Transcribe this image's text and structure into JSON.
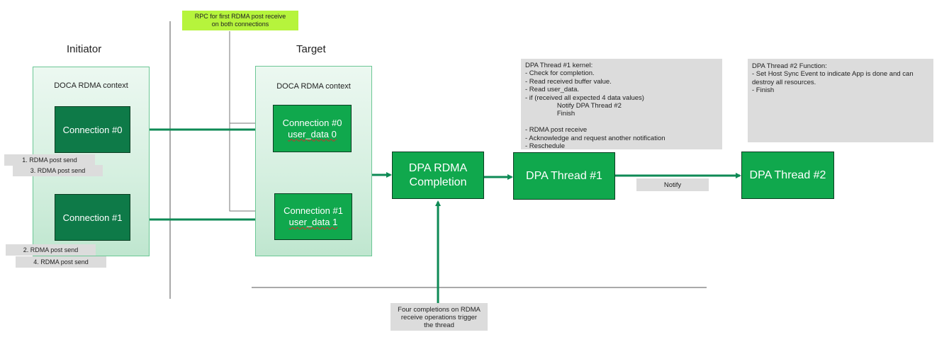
{
  "rpc_note": [
    "RPC for first RDMA post receive",
    "on both connections"
  ],
  "initiator": {
    "heading": "Initiator",
    "context_label": "DOCA RDMA context",
    "conn0": "Connection #0",
    "conn1": "Connection #1"
  },
  "target": {
    "heading": "Target",
    "context_label": "DOCA RDMA context",
    "conn0": {
      "title": "Connection #0",
      "user_data": "user_data 0"
    },
    "conn1": {
      "title": "Connection #1",
      "user_data": "user_data 1"
    }
  },
  "post_sends": {
    "s1": "1. RDMA post send",
    "s3": "3. RDMA post send",
    "s2": "2. RDMA post send",
    "s4": "4. RDMA post send"
  },
  "completion": [
    "DPA RDMA",
    "Completion"
  ],
  "thread1": "DPA Thread #1",
  "thread2": "DPA Thread #2",
  "notify_label": "Notify",
  "thread1_kernel_note": [
    "DPA Thread #1 kernel:",
    "- Check for completion.",
    "- Read received buffer value.",
    "- Read user_data.",
    "- if (received all expected 4 data values)",
    "                 Notify DPA Thread #2",
    "                 Finish",
    "",
    "- RDMA post receive",
    "- Acknowledge and request another notification",
    "- Reschedule"
  ],
  "thread2_function_note": [
    "DPA Thread #2 Function:",
    "- Set Host Sync Event to indicate App is done and can",
    "destroy all resources.",
    "- Finish"
  ],
  "completions_note": [
    "Four completions on RDMA",
    "receive operations trigger",
    "the thread"
  ],
  "colors": {
    "arrow": "#0e8a55",
    "node_dark": "#0e7a48",
    "node_bright": "#10a84d",
    "rpc_bg": "#b6f43c",
    "note_bg": "#dcdcdc"
  }
}
